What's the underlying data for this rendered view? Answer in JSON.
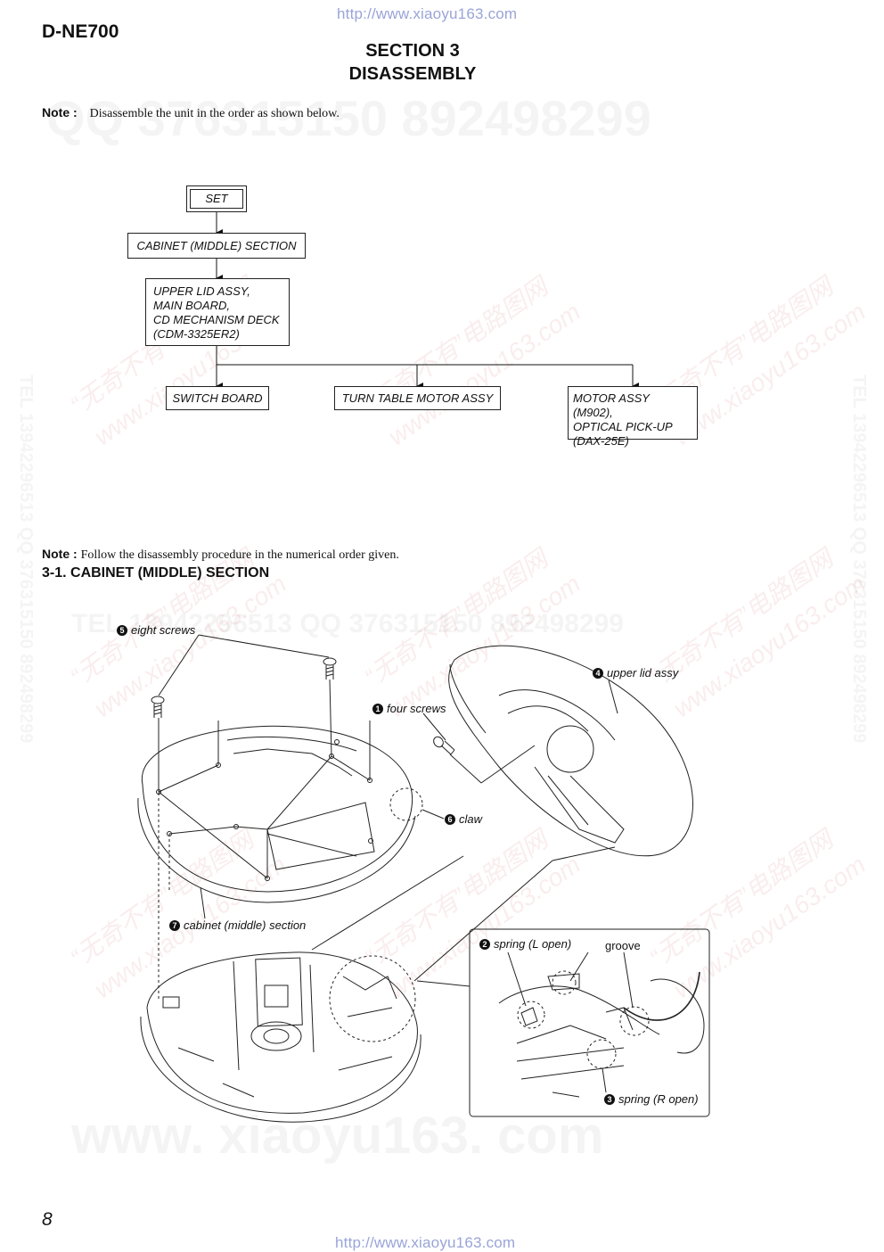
{
  "header": {
    "url_top": "http://www.xiaoyu163.com",
    "model": "D-NE700",
    "section_line1": "SECTION 3",
    "section_line2": "DISASSEMBLY"
  },
  "note1": {
    "label": "Note :",
    "text": "Disassemble the unit in the order as shown below."
  },
  "flowchart": {
    "set": "SET",
    "cabinet": "CABINET (MIDDLE) SECTION",
    "upper": [
      "UPPER LID ASSY,",
      "MAIN BOARD,",
      "CD MECHANISM DECK",
      "(CDM-3325ER2)"
    ],
    "switch": "SWITCH BOARD",
    "turntable": "TURN TABLE MOTOR ASSY",
    "motor": [
      "MOTOR ASSY (M902),",
      "OPTICAL PICK-UP",
      "(DAX-25E)"
    ]
  },
  "note2": {
    "label": "Note :",
    "text": "Follow the disassembly procedure in the numerical order given."
  },
  "subsection": "3-1. CABINET (MIDDLE) SECTION",
  "labels": {
    "l5": {
      "num": "5",
      "text": "eight screws"
    },
    "l4": {
      "num": "4",
      "text": "upper lid assy"
    },
    "l1": {
      "num": "1",
      "text": "four screws"
    },
    "l6": {
      "num": "6",
      "text": "claw"
    },
    "l7": {
      "num": "7",
      "text": "cabinet (middle) section"
    },
    "l2": {
      "num": "2",
      "text": "spring (L open)"
    },
    "groove": "groove",
    "l3": {
      "num": "3",
      "text": "spring (R open)"
    }
  },
  "watermarks": {
    "qq": "QQ 376315150   892498299",
    "tel_line": "TEL 13942296513   QQ 376315150   892498299",
    "www": "www. xiaoyu163. com",
    "red_a": "“无奇不有”电路图网",
    "red_b": "www.xiaoyu163.com"
  },
  "footer": {
    "page_number": "8",
    "url_bottom": "http://www.xiaoyu163.com"
  }
}
